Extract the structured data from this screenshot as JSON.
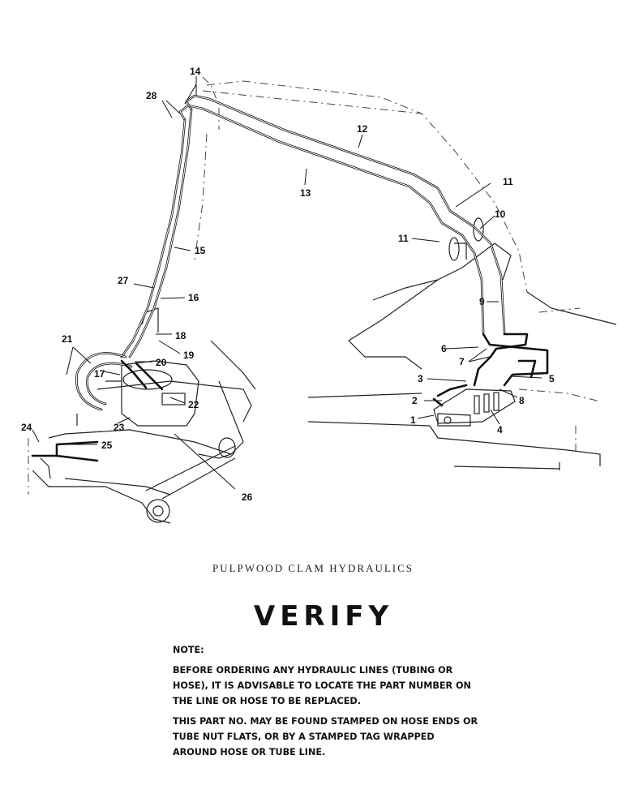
{
  "diagram": {
    "callouts": {
      "c1": "1",
      "c2": "2",
      "c3": "3",
      "c4": "4",
      "c5": "5",
      "c6": "6",
      "c7": "7",
      "c8": "8",
      "c9": "9",
      "c10": "10",
      "c11a": "11",
      "c11b": "11",
      "c12": "12",
      "c13": "13",
      "c14": "14",
      "c15": "15",
      "c16": "16",
      "c17": "17",
      "c18": "18",
      "c19": "19",
      "c20": "20",
      "c21": "21",
      "c22": "22",
      "c23": "23",
      "c24": "24",
      "c25": "25",
      "c26": "26",
      "c27": "27",
      "c28": "28"
    }
  },
  "caption": "PULPWOOD CLAM HYDRAULICS",
  "verify": "VERIFY",
  "note": {
    "heading": "NOTE:",
    "paragraph1": "BEFORE ORDERING ANY HYDRAULIC LINES (TUBING OR HOSE), IT IS ADVISABLE TO LOCATE THE PART NUMBER ON THE LINE OR HOSE TO BE REPLACED.",
    "paragraph2": "THIS PART NO. MAY BE FOUND STAMPED ON HOSE ENDS OR TUBE NUT FLATS, OR BY A STAMPED TAG WRAPPED AROUND HOSE OR TUBE LINE."
  }
}
